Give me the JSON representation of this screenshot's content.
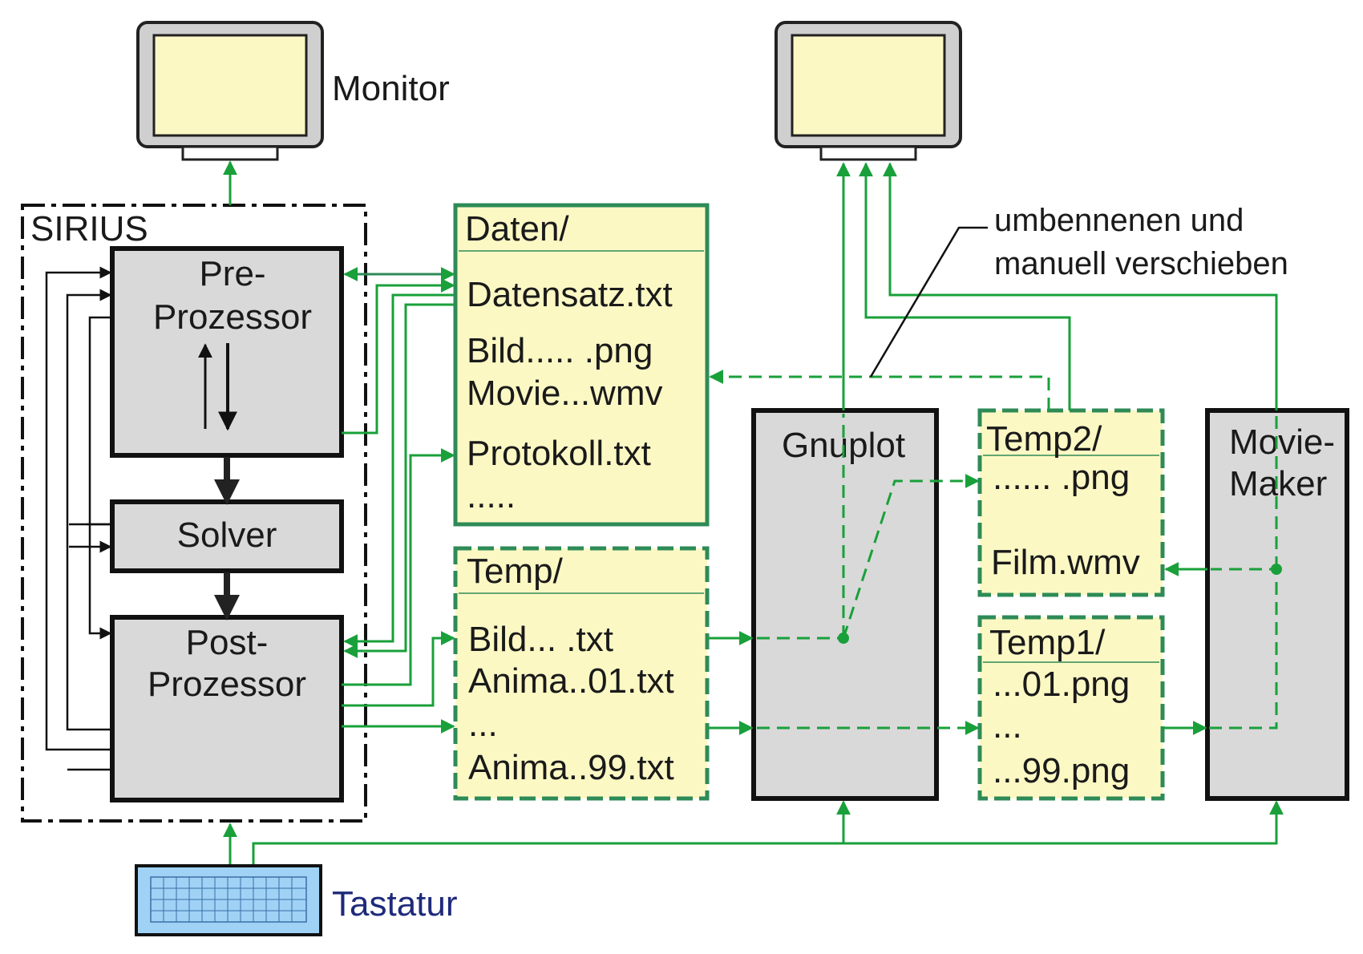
{
  "labels": {
    "monitor": "Monitor",
    "sirius": "SIRIUS",
    "tastatur": "Tastatur",
    "annotation_line1": "umbennenen und",
    "annotation_line2": "manuell verschieben"
  },
  "blocks": {
    "preprozessor": [
      "Pre-",
      "Prozessor"
    ],
    "solver": "Solver",
    "postprozessor": [
      "Post-",
      "Prozessor"
    ],
    "gnuplot": "Gnuplot",
    "moviemaker": [
      "Movie-",
      "Maker"
    ]
  },
  "folders": {
    "daten": {
      "title": "Daten/",
      "items": [
        "Datensatz.txt",
        "Bild..... .png",
        "Movie...wmv",
        "Protokoll.txt",
        "....."
      ]
    },
    "temp": {
      "title": "Temp/",
      "items": [
        "Bild... .txt",
        "Anima..01.txt",
        "...",
        "Anima..99.txt"
      ]
    },
    "temp2": {
      "title": "Temp2/",
      "items": [
        "...... .png",
        "Film.wmv"
      ]
    },
    "temp1": {
      "title": "Temp1/",
      "items": [
        "...01.png",
        "...",
        "...99.png"
      ]
    }
  },
  "colors": {
    "green": "#19a03a",
    "dark_green": "#2e8b57",
    "folder_fill": "#fcf8c4",
    "block_fill": "#d9d9d9",
    "keyboard_fill": "#9fd2f5",
    "keyboard_label": "#1e2a7a"
  }
}
